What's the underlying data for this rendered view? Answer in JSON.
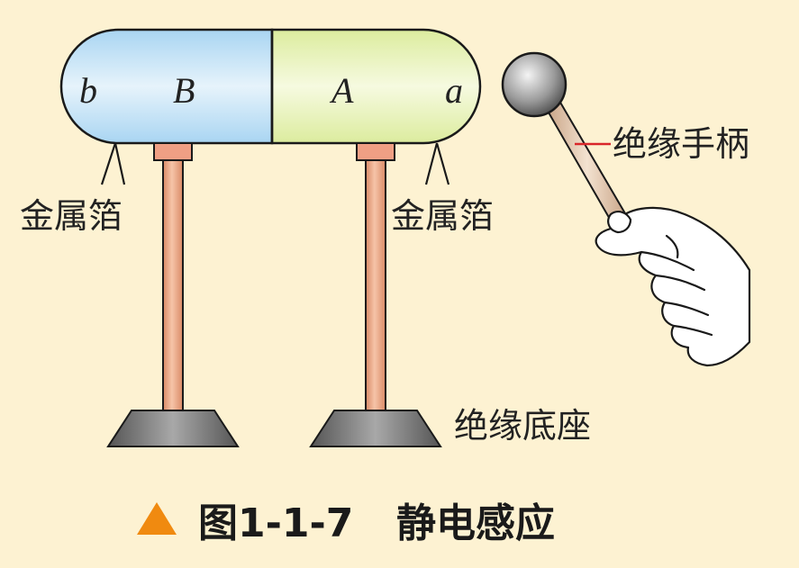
{
  "labels": {
    "left_end": "b",
    "left_half": "B",
    "right_half": "A",
    "right_end": "a",
    "foil_left": "金属箔",
    "foil_right": "金属箔",
    "handle": "绝缘手柄",
    "base": "绝缘底座"
  },
  "caption": {
    "figure_number": "图1-1-7",
    "title": "静电感应"
  },
  "colors": {
    "background": "#fdf2d2",
    "conductor_B": "#bfe1f6",
    "conductor_A": "#eaf3bb",
    "rod": "#e6a07e",
    "base": "#6e6e6e",
    "triangle": "#f08a10",
    "handle_line": "#d9262a"
  },
  "icons": [
    "triangle-marker-icon",
    "hand-icon",
    "metal-ball-icon"
  ]
}
